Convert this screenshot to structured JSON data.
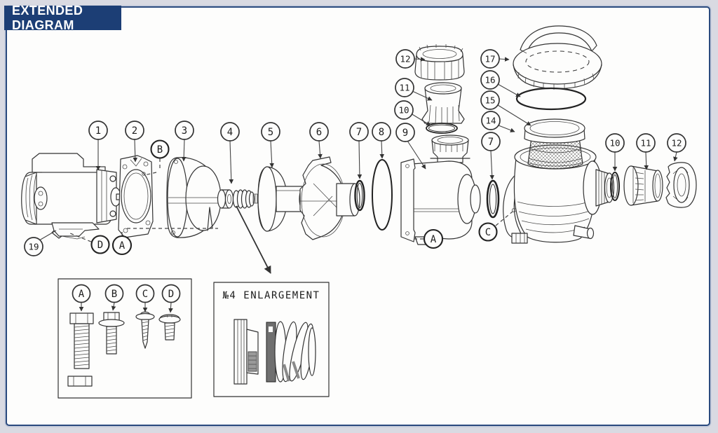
{
  "banner": {
    "title": "EXTENDED DIAGRAM"
  },
  "colors": {
    "banner_bg": "#1c3e75",
    "page_border": "#2a4a7e",
    "outer_bg": "#d9dae2",
    "line_art": "#333333"
  },
  "enlargement_box": {
    "title": "№4 ENLARGEMENT"
  },
  "callouts": {
    "part1": "1",
    "part2": "2",
    "part3": "3",
    "part4": "4",
    "part5": "5",
    "part6": "6",
    "part7_mid": "7",
    "part8": "8",
    "part9": "9",
    "part10_top": "10",
    "part11_top": "11",
    "part12_top": "12",
    "part14": "14",
    "part15": "15",
    "part16": "16",
    "part17": "17",
    "part19": "19",
    "part7_right": "7",
    "part10_right": "10",
    "part11_right": "11",
    "part12_right": "12",
    "letter_a_motor": "A",
    "letter_b": "B",
    "letter_c": "C",
    "letter_d": "D",
    "letter_a_pump": "A",
    "fastener_a": "A",
    "fastener_b": "B",
    "fastener_c": "C",
    "fastener_d": "D"
  }
}
